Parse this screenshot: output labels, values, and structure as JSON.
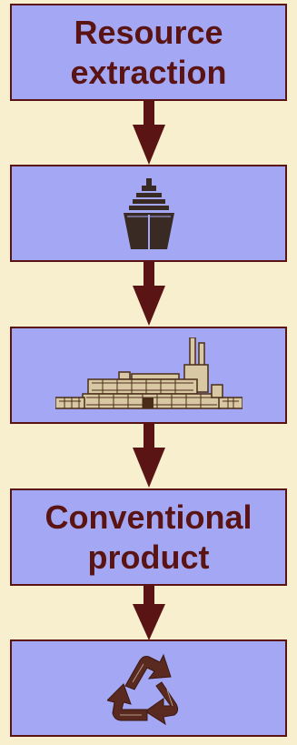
{
  "colors": {
    "background": "#f8efce",
    "box_fill": "#a4a8f4",
    "box_border": "#5a1414",
    "text": "#5a1414",
    "arrow": "#5a1414"
  },
  "steps": [
    {
      "label_line1": "Resource",
      "label_line2": "extraction"
    },
    {
      "icon": "ship-icon"
    },
    {
      "icon": "factory-icon"
    },
    {
      "label_line1": "Conventional",
      "label_line2": "product"
    },
    {
      "icon": "recycle-icon"
    }
  ]
}
